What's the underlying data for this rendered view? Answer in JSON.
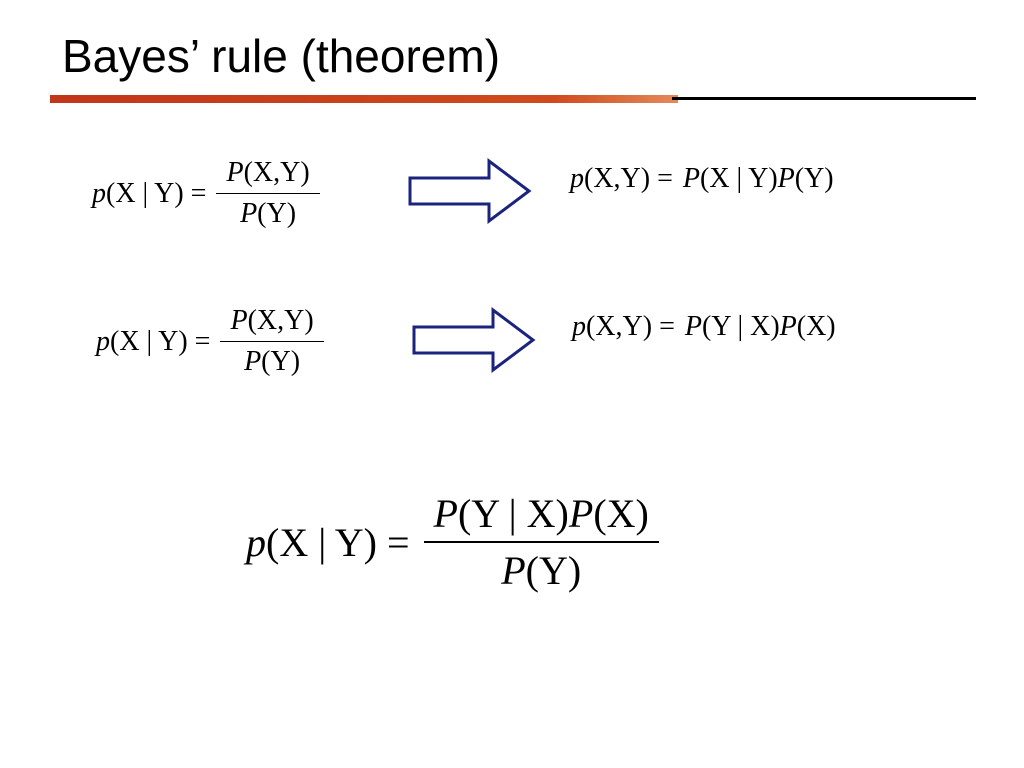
{
  "slide": {
    "title": "Bayes’ rule (theorem)"
  },
  "equations": {
    "row1": {
      "lhs_p": "p",
      "lhs_args": "(X | Y) =",
      "num_P": "P",
      "num_args": "(X,Y)",
      "den_P": "P",
      "den_args": "(Y)",
      "result_p": "p",
      "result_args": "(X,Y) =",
      "result_P1": "P",
      "result_args1": "(X | Y)",
      "result_P2": "P",
      "result_args2": "(Y)"
    },
    "row2": {
      "lhs_p": "p",
      "lhs_args": "(X | Y) =",
      "num_P": "P",
      "num_args": "(X,Y)",
      "den_P": "P",
      "den_args": "(Y)",
      "result_p": "p",
      "result_args": "(X,Y) =",
      "result_P1": "P",
      "result_args1": "(Y | X)",
      "result_P2": "P",
      "result_args2": "(X)"
    },
    "final": {
      "lhs_p": "p",
      "lhs_args": "(X | Y) =",
      "num_P1": "P",
      "num_args1": "(Y | X)",
      "num_P2": "P",
      "num_args2": "(X)",
      "den_P": "P",
      "den_args": "(Y)"
    }
  },
  "colors": {
    "accent": "#c9401a",
    "arrow_stroke": "#1a237e"
  },
  "icons": {
    "arrow": "arrow-right-icon"
  }
}
